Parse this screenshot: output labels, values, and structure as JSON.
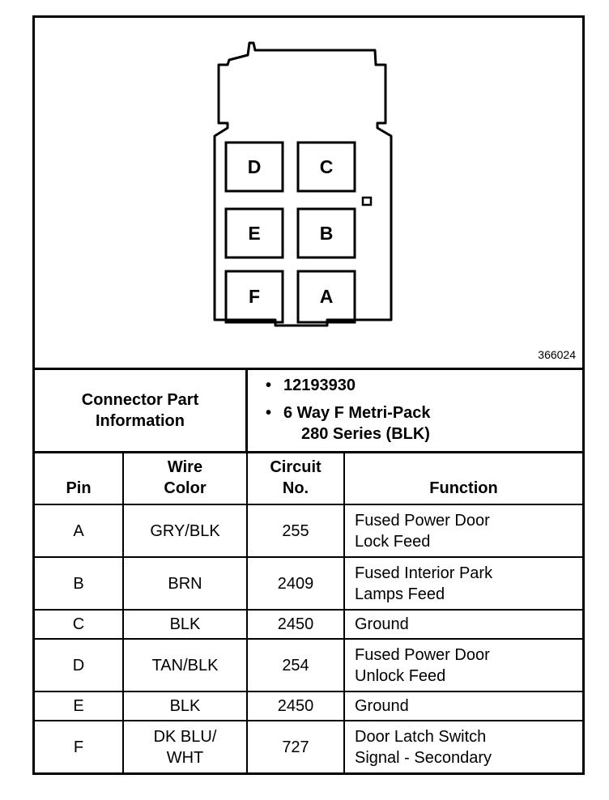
{
  "figure_number": "366024",
  "connector": {
    "cavities": [
      {
        "pin": "D"
      },
      {
        "pin": "C"
      },
      {
        "pin": "E"
      },
      {
        "pin": "B"
      },
      {
        "pin": "F"
      },
      {
        "pin": "A"
      }
    ]
  },
  "info": {
    "label_line1": "Connector Part",
    "label_line2": "Information",
    "part_number": "12193930",
    "description_line1": "6 Way F Metri-Pack",
    "description_line2": "280 Series (BLK)"
  },
  "table": {
    "headers": {
      "pin": "Pin",
      "wire_color_line1": "Wire",
      "wire_color_line2": "Color",
      "circuit_line1": "Circuit",
      "circuit_line2": "No.",
      "function": "Function"
    },
    "rows": [
      {
        "pin": "A",
        "color_line1": "GRY/BLK",
        "color_line2": "",
        "circuit": "255",
        "function_line1": "Fused Power Door",
        "function_line2": "Lock Feed"
      },
      {
        "pin": "B",
        "color_line1": "BRN",
        "color_line2": "",
        "circuit": "2409",
        "function_line1": "Fused Interior Park",
        "function_line2": "Lamps Feed"
      },
      {
        "pin": "C",
        "color_line1": "BLK",
        "color_line2": "",
        "circuit": "2450",
        "function_line1": "Ground",
        "function_line2": ""
      },
      {
        "pin": "D",
        "color_line1": "TAN/BLK",
        "color_line2": "",
        "circuit": "254",
        "function_line1": "Fused Power Door",
        "function_line2": "Unlock Feed"
      },
      {
        "pin": "E",
        "color_line1": "BLK",
        "color_line2": "",
        "circuit": "2450",
        "function_line1": "Ground",
        "function_line2": ""
      },
      {
        "pin": "F",
        "color_line1": "DK BLU/",
        "color_line2": "WHT",
        "circuit": "727",
        "function_line1": "Door Latch Switch",
        "function_line2": "Signal - Secondary"
      }
    ]
  }
}
